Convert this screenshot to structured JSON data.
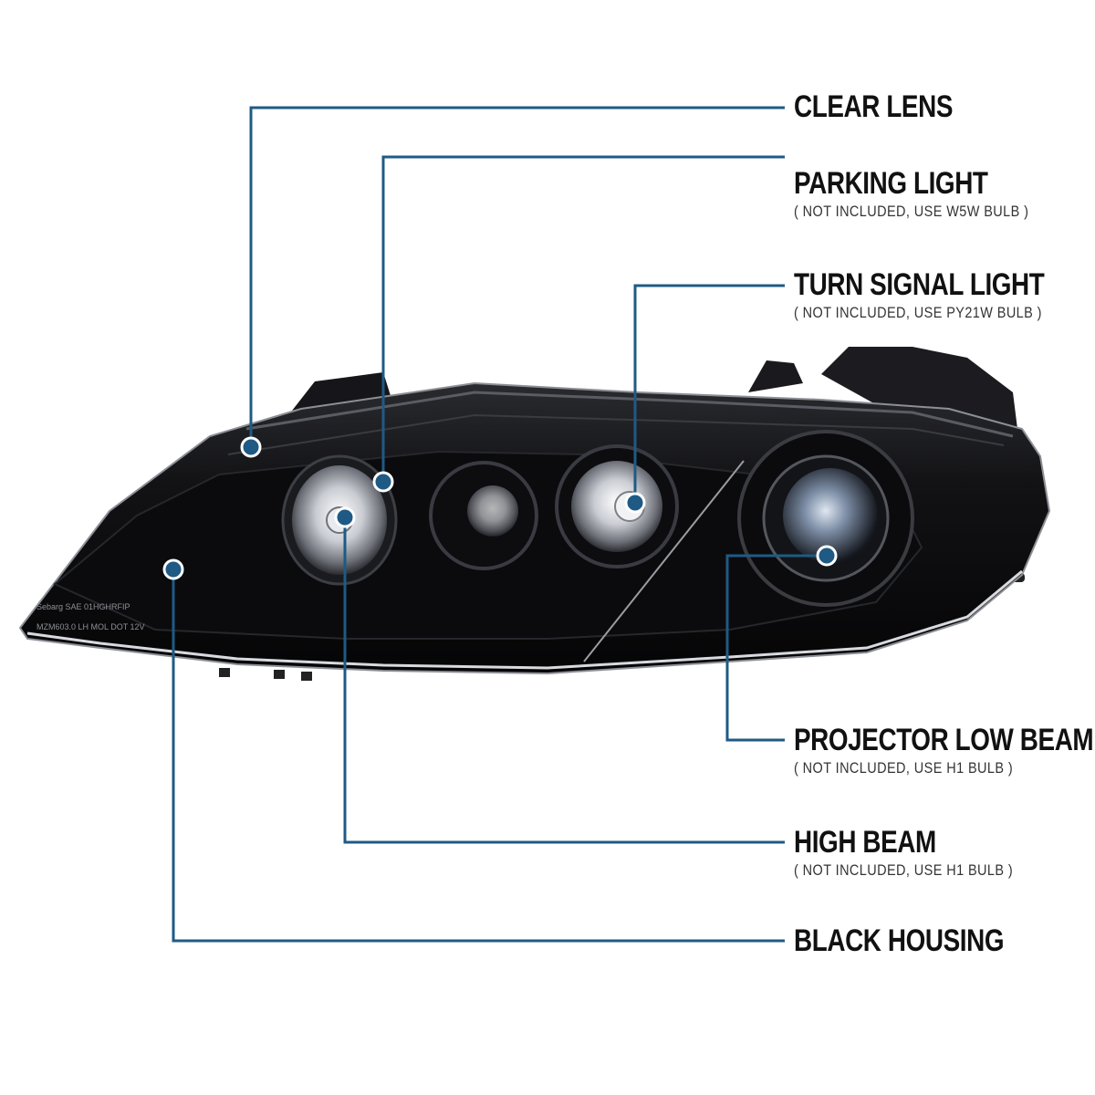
{
  "colors": {
    "leader": "#1f5a85",
    "dot": "#1f5a85",
    "housing": "#0c0c0e"
  },
  "callouts": [
    {
      "id": "clear-lens",
      "title": "CLEAR LENS",
      "note": ""
    },
    {
      "id": "parking-light",
      "title": "PARKING LIGHT",
      "note": "( NOT INCLUDED, USE  W5W  BULB )"
    },
    {
      "id": "turn-signal-light",
      "title": "TURN SIGNAL LIGHT",
      "note": "( NOT INCLUDED, USE  PY21W  BULB )"
    },
    {
      "id": "projector-low-beam",
      "title": "PROJECTOR LOW BEAM",
      "note": "( NOT INCLUDED, USE  H1  BULB )"
    },
    {
      "id": "high-beam",
      "title": "HIGH BEAM",
      "note": "( NOT INCLUDED, USE  H1  BULB )"
    },
    {
      "id": "black-housing",
      "title": "BLACK HOUSING",
      "note": ""
    }
  ],
  "lens_markings": {
    "line1": "Sebarg      SAE 01HGHRFIP",
    "line2": "MZM603.0   LH    MOL DOT   12V"
  }
}
